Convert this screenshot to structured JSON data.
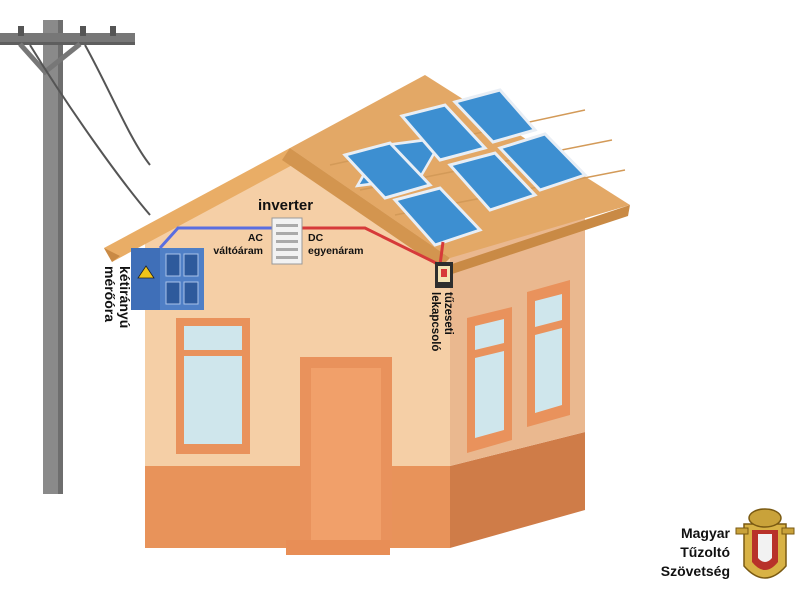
{
  "labels": {
    "inverter": "inverter",
    "ac": [
      "AC",
      "váltóáram"
    ],
    "dc": [
      "DC",
      "egyenáram"
    ],
    "meter": [
      "kétirányú",
      "mérőóra"
    ],
    "shutoff": [
      "tűzeseti",
      "lekapcsoló"
    ]
  },
  "organization": {
    "name": [
      "Magyar",
      "Tűzoltó",
      "Szövetség"
    ]
  },
  "colors": {
    "ac_wire": "#5a6ee0",
    "dc_wire": "#d63a3a",
    "roof": "#e3a866",
    "wall": "#f5cfa6",
    "base": "#e8935a",
    "panel": "#3d8fd1",
    "meter_box": "#3f6fb8"
  },
  "icons": [
    "utility-pole-icon",
    "solar-panel-icon",
    "lightning-icon",
    "fire-brigade-emblem-icon"
  ]
}
